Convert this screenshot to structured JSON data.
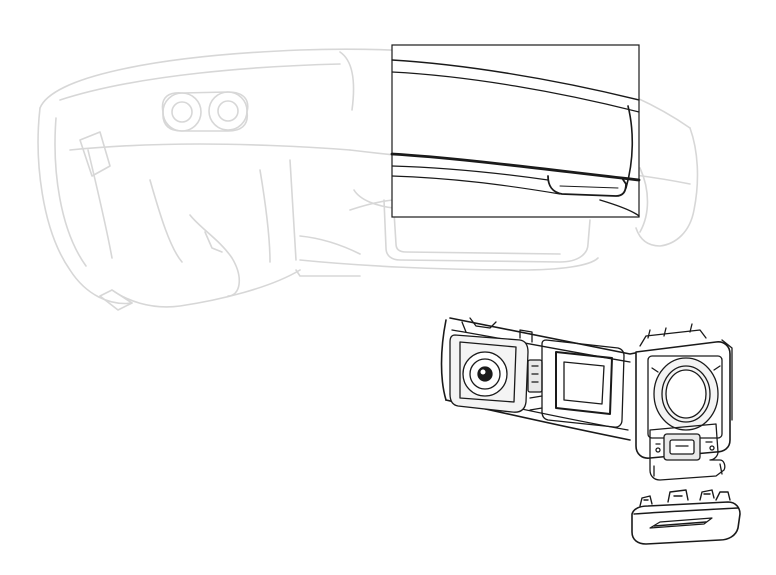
{
  "diagram": {
    "background": "#ffffff",
    "colors": {
      "ghost_line": "#d7d7d7",
      "ink": "#1a1a1a",
      "fill_light": "#f4f4f4",
      "fill_mid": "#e9e9e9"
    },
    "parts": [
      {
        "id": "headset-outline",
        "style": "ghost"
      },
      {
        "id": "zoom-callout",
        "style": "ink"
      },
      {
        "id": "visor-band-internals",
        "style": "ink"
      },
      {
        "id": "button-cap",
        "style": "ink"
      }
    ]
  }
}
